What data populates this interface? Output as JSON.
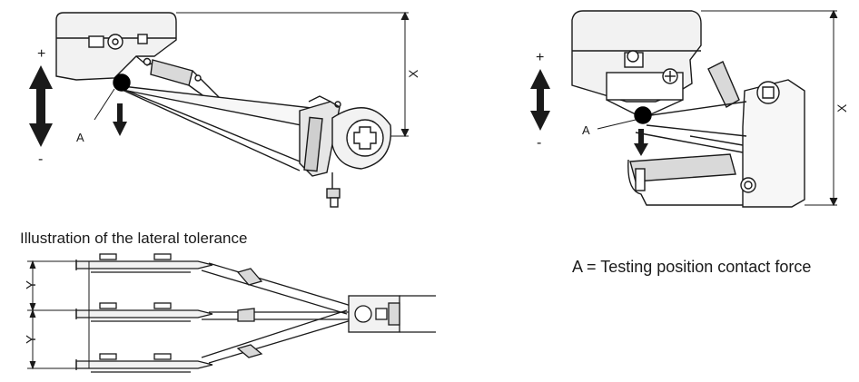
{
  "left_figure": {
    "plus": "+",
    "minus": "-",
    "point": "A",
    "dimension": "X"
  },
  "right_figure": {
    "plus": "+",
    "minus": "-",
    "point": "A",
    "dimension": "X"
  },
  "lateral": {
    "caption": "Illustration of the lateral tolerance",
    "dimension_upper": "Y",
    "dimension_lower": "Y"
  },
  "legend": "A = Testing position contact force",
  "colors": {
    "line": "#1a1a1a",
    "fill_light": "#f2f2f2",
    "fill_mid": "#d9d9d9",
    "contact_point": "#000000"
  }
}
